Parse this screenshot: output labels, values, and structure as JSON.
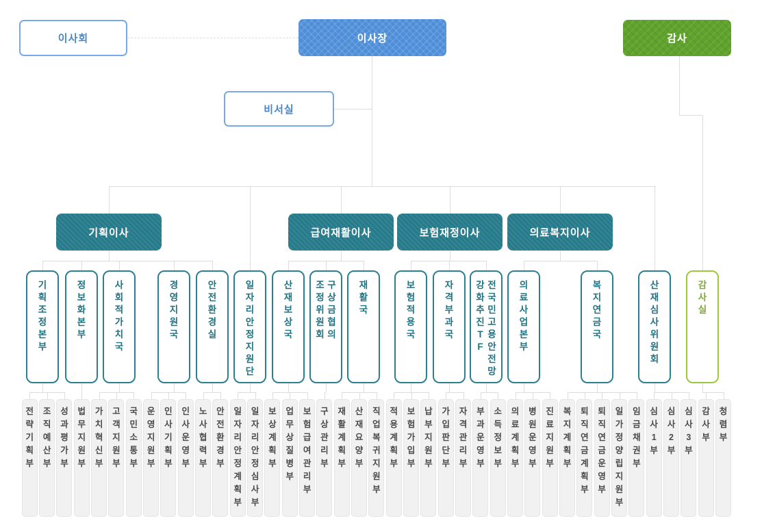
{
  "org": {
    "level1": [
      {
        "id": "board-of-directors",
        "label": "이사회"
      },
      {
        "id": "chairman",
        "label": "이사장"
      },
      {
        "id": "auditor",
        "label": "감사"
      }
    ],
    "secretariat": {
      "id": "secretariat",
      "label": "비서실"
    },
    "level2": [
      {
        "id": "planning-director",
        "label": "기획이사"
      },
      {
        "id": "benefits-rehab-director",
        "label": "급여재활이사"
      },
      {
        "id": "insurance-finance-director",
        "label": "보험재정이사"
      },
      {
        "id": "medical-welfare-director",
        "label": "의료복지이사"
      }
    ],
    "level3": [
      {
        "id": "planning-coordination-hq",
        "label": "기획조정본부",
        "parent": "planning-director",
        "departments": [
          "전략기획부",
          "조직예산부",
          "성과평가부"
        ]
      },
      {
        "id": "informatization-hq",
        "label": "정보화본부",
        "parent": "planning-director",
        "departments": [
          "법무지원부"
        ]
      },
      {
        "id": "social-value-bureau",
        "label": "사회적가치국",
        "parent": "planning-director",
        "departments": [
          "가치혁신부",
          "고객지원부",
          "국민소통부"
        ]
      },
      {
        "id": "management-support-bureau",
        "label": "경영지원국",
        "parent": "planning-director",
        "departments": [
          "운영지원부",
          "인사기획부",
          "인사운영부"
        ]
      },
      {
        "id": "safety-environment-office",
        "label": "안전환경실",
        "parent": "planning-director",
        "departments": [
          "노사협력부",
          "안전환경부"
        ]
      },
      {
        "id": "job-stability-support-group",
        "label": "일자리안정지원단",
        "parent": "chairman",
        "departments": [
          "일자리안정계획부",
          "일자리안정심사부"
        ]
      },
      {
        "id": "industrial-accident-compensation-bureau",
        "label": "산재보상국",
        "parent": "benefits-rehab-director",
        "departments": [
          "보상계획부",
          "업무상질병부",
          "보험급여관리부"
        ]
      },
      {
        "id": "reimbursement-consultation-adjustment-committee",
        "label": "구상금협의조정위원회",
        "columns": [
          "구상금협의",
          "조정위원회"
        ],
        "parent": "benefits-rehab-director",
        "departments": [
          "구상관리부"
        ]
      },
      {
        "id": "rehabilitation-bureau",
        "label": "재활국",
        "parent": "benefits-rehab-director",
        "departments": [
          "재활계획부",
          "산재요양부",
          "직업복귀지원부"
        ]
      },
      {
        "id": "insurance-coverage-bureau",
        "label": "보험적용국",
        "parent": "insurance-finance-director",
        "departments": [
          "적용계획부",
          "보험가입부",
          "납부지원부"
        ]
      },
      {
        "id": "qualification-levy-bureau",
        "label": "자격부과국",
        "parent": "insurance-finance-director",
        "departments": [
          "가입판단부",
          "자격관리부"
        ]
      },
      {
        "id": "national-employment-safety-net-tf",
        "label": "전국민고용안전망 강화추진TF",
        "columns": [
          "전국민고용안전망",
          "강화추진TF"
        ],
        "parent": "insurance-finance-director",
        "departments": [
          "부과운영부",
          "소득정보부"
        ]
      },
      {
        "id": "medical-business-hq",
        "label": "의료사업본부",
        "parent": "medical-welfare-director",
        "departments": [
          "의료계획부",
          "병원운영부",
          "진료지원부"
        ]
      },
      {
        "id": "welfare-pension-bureau",
        "label": "복지연금국",
        "parent": "medical-welfare-director",
        "departments": [
          "복지계획부",
          "퇴직연금계획부",
          "퇴직연금운영부",
          "일가정양립지원부",
          "임금채권부"
        ]
      },
      {
        "id": "industrial-accident-review-committee",
        "label": "산재심사위원회",
        "parent": "chairman",
        "departments": [
          "심사1부",
          "심사2부",
          "심사3부"
        ]
      },
      {
        "id": "audit-office",
        "label": "감사실",
        "style": "outline-green",
        "parent": "auditor",
        "departments": [
          "감사부",
          "청렴부"
        ]
      }
    ]
  },
  "colors": {
    "primary_blue": "#4e8ed8",
    "blue_outline": "#79a8e6",
    "blue_text": "#4a86c8",
    "teal": "#267b8b",
    "teal_outline": "#2b7f8e",
    "teal_text": "#1f7382",
    "green": "#5fa32c",
    "green_outline": "#9cc83e",
    "green_text": "#7cab32",
    "leaf_bg": "#f1f1f1",
    "leaf_border": "#e5e5e5",
    "leaf_text": "#4a4a4a",
    "line": "#dcdcdc"
  }
}
